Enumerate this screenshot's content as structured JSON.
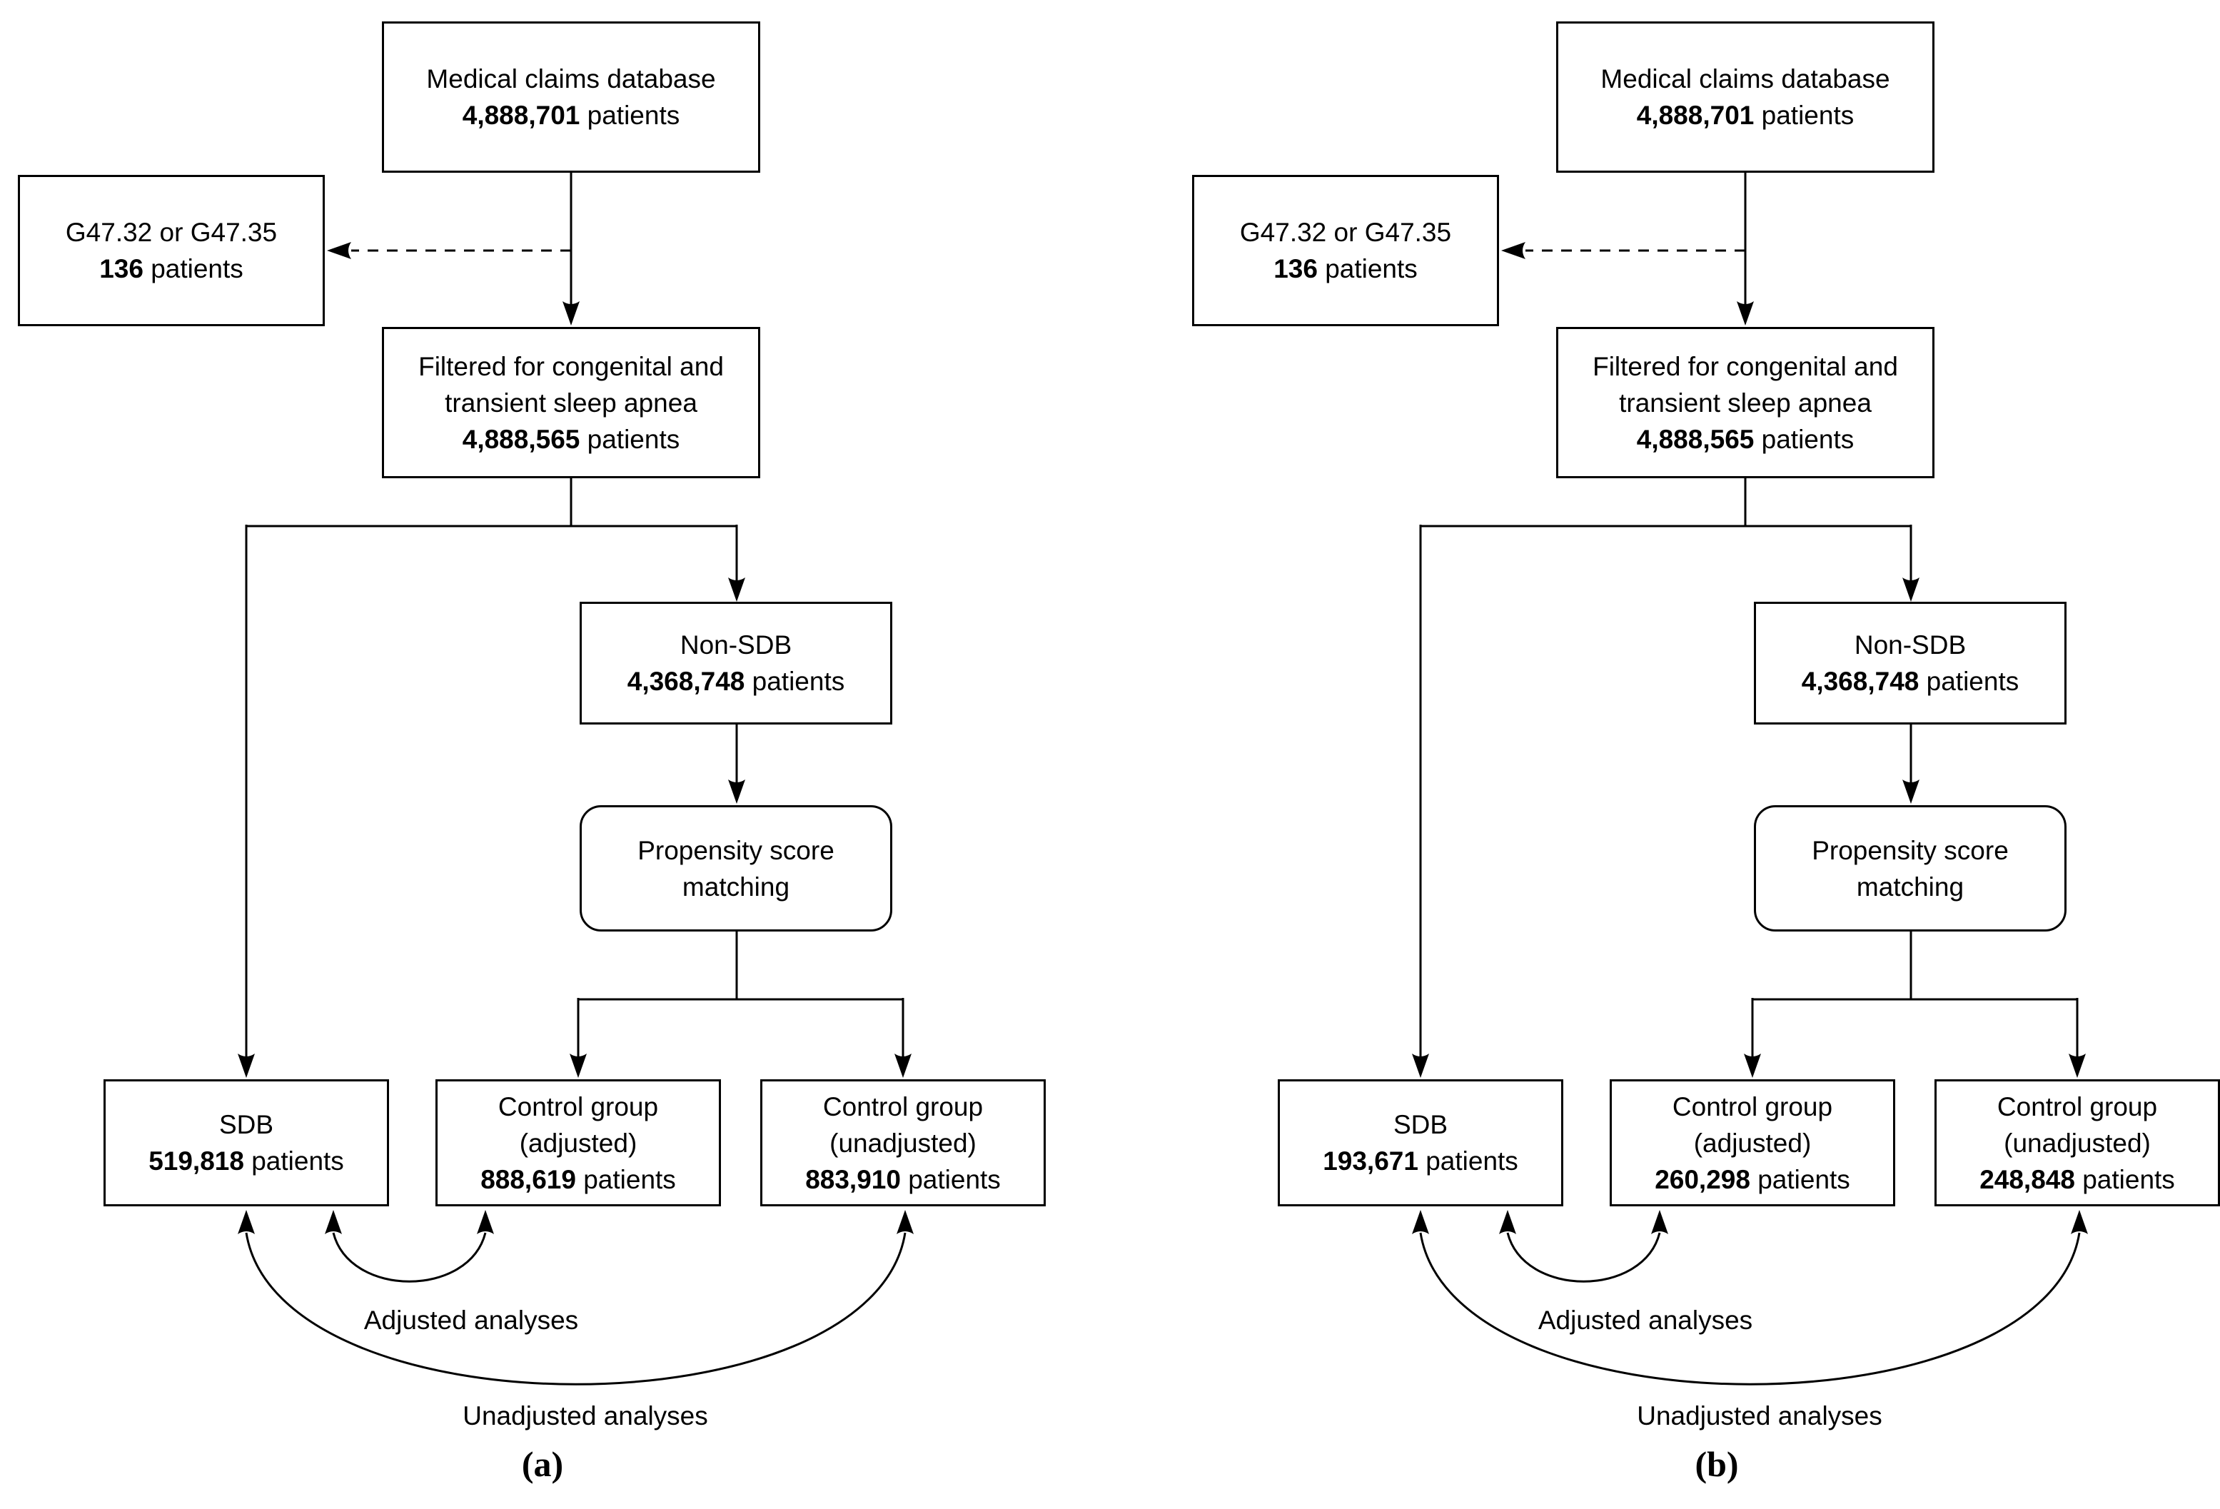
{
  "colors": {
    "line": "#000000",
    "background": "#ffffff",
    "text": "#000000"
  },
  "panels": [
    {
      "label": "(a)",
      "medical": {
        "lines": [
          "Medical claims database"
        ],
        "count": "4,888,701",
        "unit": " patients"
      },
      "excluded": {
        "lines": [
          "G47.32 or G47.35"
        ],
        "count": "136",
        "unit": " patients"
      },
      "filtered": {
        "lines": [
          "Filtered for congenital and",
          "transient sleep apnea"
        ],
        "count": "4,888,565",
        "unit": " patients"
      },
      "non_sdb": {
        "lines": [
          "Non-SDB"
        ],
        "count": "4,368,748",
        "unit": " patients"
      },
      "propensity": {
        "lines": [
          "Propensity score",
          "matching"
        ]
      },
      "sdb": {
        "lines": [
          "SDB"
        ],
        "count": "519,818",
        "unit": " patients"
      },
      "control_adjusted": {
        "lines": [
          "Control group",
          "(adjusted)"
        ],
        "count": "888,619",
        "unit": " patients"
      },
      "control_unadjusted": {
        "lines": [
          "Control group",
          "(unadjusted)"
        ],
        "count": "883,910",
        "unit": " patients"
      },
      "adjusted_label": "Adjusted analyses",
      "unadjusted_label": "Unadjusted analyses"
    },
    {
      "label": "(b)",
      "medical": {
        "lines": [
          "Medical claims database"
        ],
        "count": "4,888,701",
        "unit": " patients"
      },
      "excluded": {
        "lines": [
          "G47.32 or G47.35"
        ],
        "count": "136",
        "unit": " patients"
      },
      "filtered": {
        "lines": [
          "Filtered for congenital and",
          "transient sleep apnea"
        ],
        "count": "4,888,565",
        "unit": " patients"
      },
      "non_sdb": {
        "lines": [
          "Non-SDB"
        ],
        "count": "4,368,748",
        "unit": " patients"
      },
      "propensity": {
        "lines": [
          "Propensity score",
          "matching"
        ]
      },
      "sdb": {
        "lines": [
          "SDB"
        ],
        "count": "193,671",
        "unit": " patients"
      },
      "control_adjusted": {
        "lines": [
          "Control group",
          "(adjusted)"
        ],
        "count": "260,298",
        "unit": " patients"
      },
      "control_unadjusted": {
        "lines": [
          "Control group",
          "(unadjusted)"
        ],
        "count": "248,848",
        "unit": " patients"
      },
      "adjusted_label": "Adjusted analyses",
      "unadjusted_label": "Unadjusted analyses"
    }
  ]
}
